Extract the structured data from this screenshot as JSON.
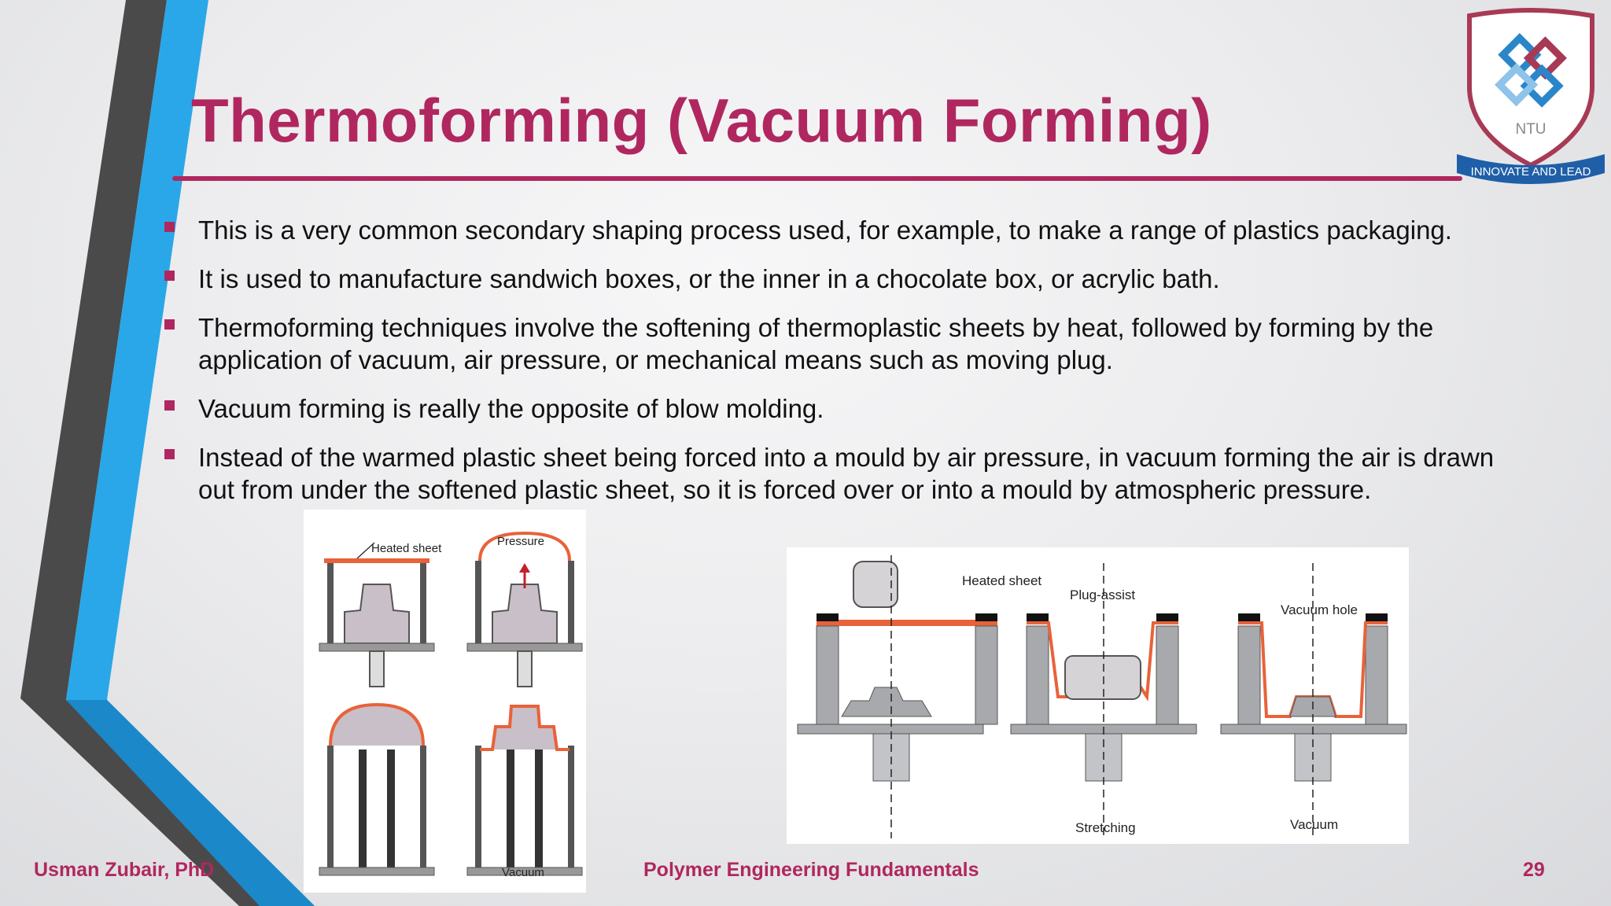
{
  "slide": {
    "title": "Thermoforming (Vacuum Forming)",
    "bullets": [
      "This is a very common secondary shaping process used, for example, to make a range of plastics packaging.",
      "It is used to manufacture sandwich boxes, or the inner in a chocolate box, or acrylic bath.",
      "Thermoforming techniques involve the softening of thermoplastic sheets by heat, followed by forming by the application of vacuum, air pressure, or  mechanical means such as moving plug.",
      "Vacuum forming is really the opposite of blow molding.",
      "Instead of the warmed plastic sheet being forced into a mould by air pressure, in vacuum forming the air is drawn out from under the softened plastic sheet, so it is forced over or into a mould by atmospheric pressure."
    ]
  },
  "logo": {
    "abbr": "NTU",
    "motto": "INNOVATE AND LEAD"
  },
  "figure_left": {
    "labels": {
      "heated_sheet": "Heated sheet",
      "pressure": "Pressure",
      "vacuum": "Vacuum"
    }
  },
  "figure_right": {
    "labels": {
      "heated_sheet": "Heated sheet",
      "plug_assist": "Plug-assist",
      "vacuum_hole": "Vacuum hole",
      "stretching": "Stretching",
      "vacuum": "Vacuum"
    }
  },
  "footer": {
    "author": "Usman Zubair, PhD",
    "course": "Polymer Engineering Fundamentals",
    "page": "29"
  },
  "colors": {
    "accent": "#b0275f",
    "blue": "#2aa7e8",
    "dark": "#4a4a4a",
    "sheet": "#e8623a"
  }
}
